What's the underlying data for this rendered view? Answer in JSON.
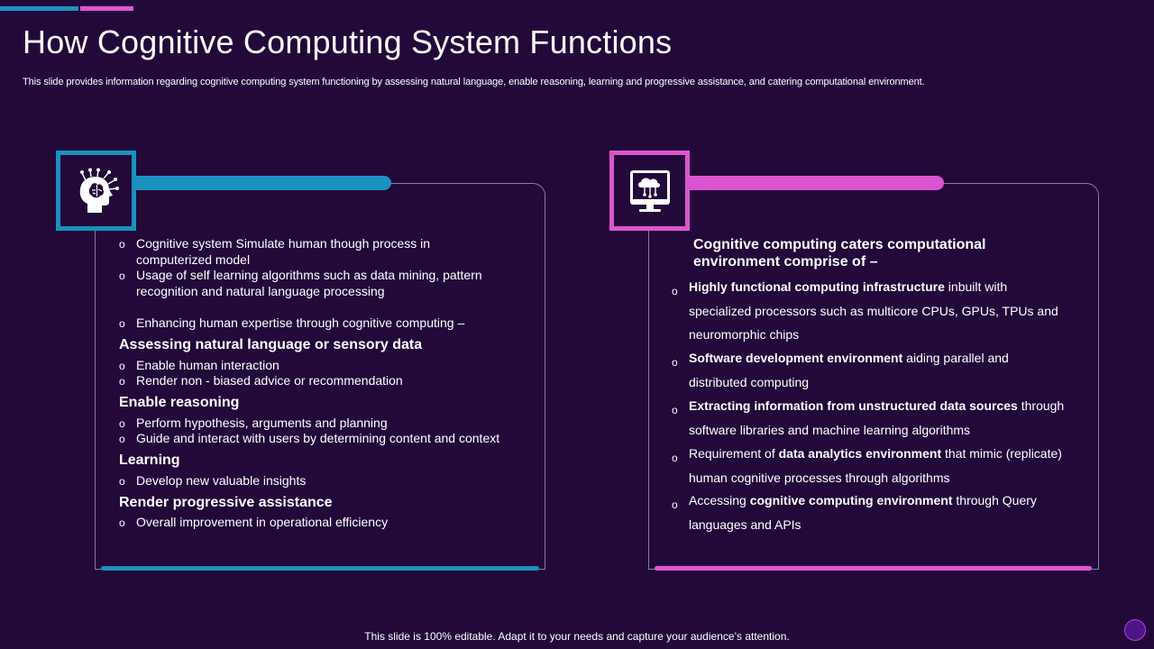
{
  "title": "How Cognitive Computing System Functions",
  "subtitle": "This slide provides information regarding cognitive computing system functioning by assessing natural language, enable reasoning, learning and progressive assistance, and catering computational environment.",
  "left_panel": {
    "icon": "brain-head-icon",
    "items": [
      {
        "type": "bullet",
        "text": "Cognitive system Simulate human though process in computerized model"
      },
      {
        "type": "bullet",
        "text": "Usage of self learning algorithms such as data mining, pattern recognition and natural language processing"
      },
      {
        "type": "bullet",
        "text": "Enhancing human expertise through cognitive computing –"
      },
      {
        "type": "heading",
        "text": "Assessing  natural language or sensory  data"
      },
      {
        "type": "bullet",
        "text": "Enable human interaction"
      },
      {
        "type": "bullet",
        "text": "Render non - biased advice or recommendation"
      },
      {
        "type": "heading",
        "text": "Enable reasoning"
      },
      {
        "type": "bullet",
        "text": "Perform hypothesis, arguments and planning"
      },
      {
        "type": "bullet",
        "text": "Guide and interact with users by determining content and context"
      },
      {
        "type": "heading",
        "text": "Learning"
      },
      {
        "type": "bullet",
        "text": "Develop new valuable insights"
      },
      {
        "type": "heading",
        "text": "Render progressive  assistance"
      },
      {
        "type": "bullet",
        "text": "Overall improvement in operational efficiency"
      }
    ]
  },
  "right_panel": {
    "icon": "cloud-computer-icon",
    "heading": "Cognitive computing caters computational environment comprise of –",
    "items": [
      {
        "pre": "",
        "bold": "Highly functional computing infrastructure",
        "post": " inbuilt with specialized processors such as multicore CPUs, GPUs, TPUs and neuromorphic chips"
      },
      {
        "pre": "",
        "bold": "Software development environment",
        "post": " aiding parallel and distributed computing"
      },
      {
        "pre": "",
        "bold": "Extracting information from unstructured data sources",
        "post": " through software libraries and machine learning algorithms"
      },
      {
        "pre": "Requirement of ",
        "bold": "data analytics  environment",
        "post": " that mimic (replicate) human cognitive processes  through algorithms"
      },
      {
        "pre": "Accessing ",
        "bold": "cognitive computing environment",
        "post": " through Query languages and APIs"
      }
    ]
  },
  "bullet_marker": "o",
  "footer": "This slide is 100% editable. Adapt it to your needs and capture your audience’s attention.",
  "colors": {
    "background": "#22093a",
    "accent_blue": "#1b91bd",
    "accent_pink": "#dd54d0",
    "text": "#ffffff"
  }
}
